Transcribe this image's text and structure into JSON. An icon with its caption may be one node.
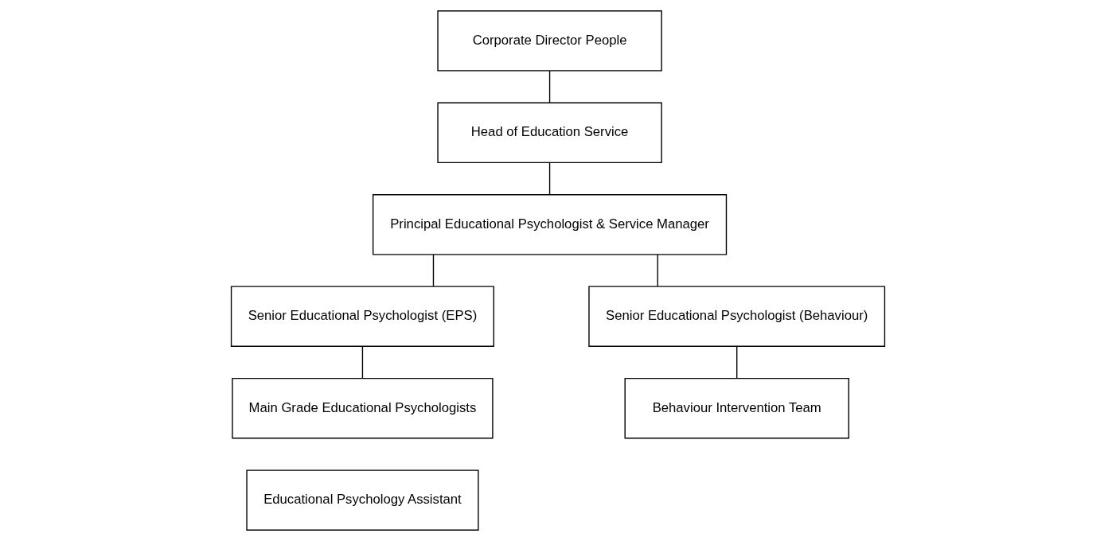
{
  "diagram": {
    "nodes": [
      {
        "text": [
          "Corporate Director People"
        ]
      },
      {
        "text": [
          "Head of Education Service"
        ]
      },
      {
        "text": [
          "Principal Educational Psychologist & Service Manager"
        ]
      },
      {
        "text": [
          "Senior Educational Psychologist (EPS)"
        ]
      },
      {
        "text": [
          "Senior Educational Psychologist (Behaviour)"
        ]
      },
      {
        "text": [
          "Main Grade Educational Psychologists"
        ]
      },
      {
        "text": [
          "Behaviour Intervention Team"
        ]
      },
      {
        "text": [
          "Educational Psychology Assistant"
        ]
      }
    ],
    "edges": [
      {
        "from": 0,
        "to": 1,
        "arrow": "none"
      },
      {
        "from": 1,
        "to": 2,
        "arrow": "none"
      },
      {
        "from": 2,
        "to": 3,
        "arrow": "none"
      },
      {
        "from": 2,
        "to": 4,
        "arrow": "none"
      },
      {
        "from": 3,
        "to": 5,
        "arrow": "none"
      },
      {
        "from": 4,
        "to": 6,
        "arrow": "none"
      }
    ]
  }
}
